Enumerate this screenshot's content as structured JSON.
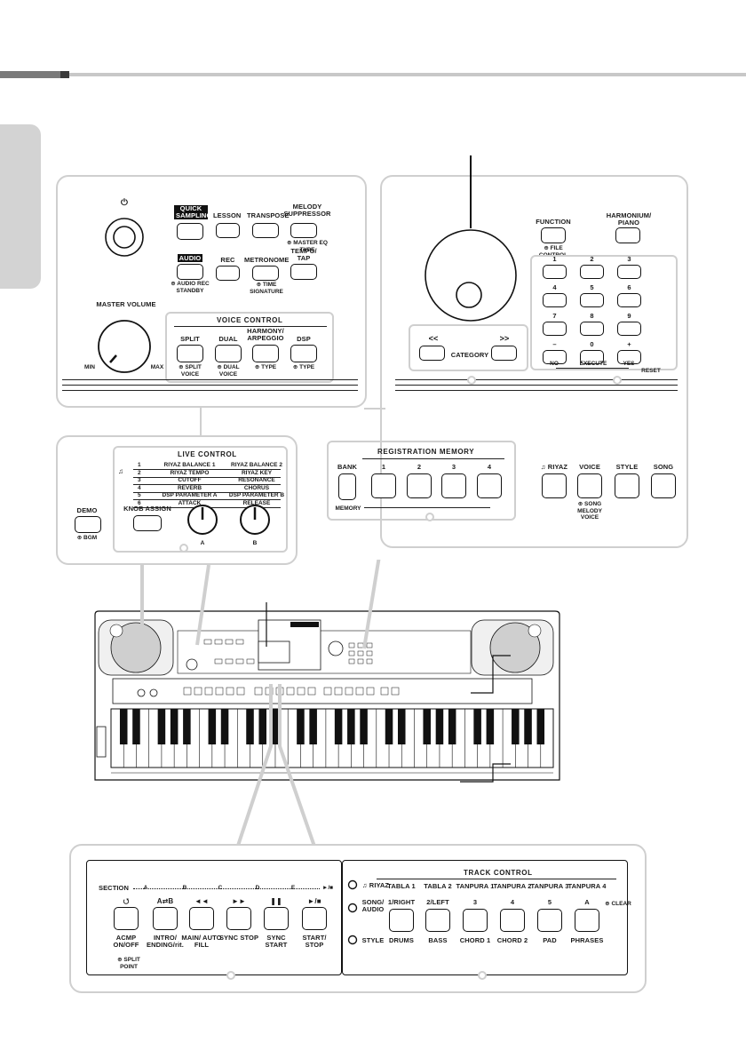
{
  "power_icon": "power-icon",
  "left_panel": {
    "quick_sampling": "QUICK SAMPLING",
    "lesson": "LESSON",
    "transpose": "TRANSPOSE",
    "melody_suppressor": "MELODY SUPPRESSOR",
    "master_eq_type": "MASTER EQ TYPE",
    "audio": "AUDIO",
    "audio_rec_standby": "AUDIO REC STANDBY",
    "rec": "REC",
    "metronome": "METRONOME",
    "time_signature": "TIME SIGNATURE",
    "tempo_tap": "TEMPO/ TAP",
    "master_volume": "MASTER VOLUME",
    "min": "MIN",
    "max": "MAX",
    "voice_control": "VOICE CONTROL",
    "split": "SPLIT",
    "split_voice": "SPLIT VOICE",
    "dual": "DUAL",
    "dual_voice": "DUAL VOICE",
    "harmony_arpeggio": "HARMONY/ ARPEGGIO",
    "type_a": "TYPE",
    "dsp": "DSP",
    "type_b": "TYPE"
  },
  "right_panel": {
    "function": "FUNCTION",
    "file_control": "FILE CONTROL",
    "harmonium_piano": "HARMONIUM/ PIANO",
    "category": "CATEGORY",
    "prev": "<<",
    "next": ">>",
    "keys": [
      "1",
      "2",
      "3",
      "4",
      "5",
      "6",
      "7",
      "8",
      "9",
      "–",
      "0",
      "+"
    ],
    "no": "NO",
    "execute": "EXECUTE",
    "yes": "YES",
    "reset": "RESET"
  },
  "live_control": {
    "title": "LIVE CONTROL",
    "rows": [
      {
        "n": "1",
        "a": "RIYAZ BALANCE 1",
        "b": "RIYAZ BALANCE 2"
      },
      {
        "n": "2",
        "a": "RIYAZ TEMPO",
        "b": "RIYAZ KEY"
      },
      {
        "n": "3",
        "a": "CUTOFF",
        "b": "RESONANCE"
      },
      {
        "n": "4",
        "a": "REVERB",
        "b": "CHORUS"
      },
      {
        "n": "5",
        "a": "DSP PARAMETER A",
        "b": "DSP PARAMETER B"
      },
      {
        "n": "6",
        "a": "ATTACK",
        "b": "RELEASE"
      }
    ],
    "demo": "DEMO",
    "bgm": "BGM",
    "knob_assign": "KNOB ASSIGN",
    "knob_a": "A",
    "knob_b": "B"
  },
  "registration": {
    "title": "REGISTRATION MEMORY",
    "bank": "BANK",
    "memory": "MEMORY",
    "buttons": [
      "1",
      "2",
      "3",
      "4"
    ],
    "riyaz": "RIYAZ",
    "voice": "VOICE",
    "song_melody_voice": "SONG MELODY VOICE",
    "style": "STYLE",
    "song": "SONG"
  },
  "bottom_left": {
    "section": "SECTION",
    "sections": [
      "A",
      "B",
      "C",
      "D",
      "E"
    ],
    "play_stop_sym": "►/■",
    "symbols": [
      "⭯",
      "A⇄B",
      "◄◄",
      "►►",
      "❚❚",
      "►/■"
    ],
    "labels": [
      "ACMP ON/OFF",
      "INTRO/ ENDING/rit.",
      "MAIN/ AUTO FILL",
      "SYNC STOP",
      "SYNC START",
      "START/ STOP"
    ],
    "split_point": "SPLIT POINT"
  },
  "track_control": {
    "title": "TRACK CONTROL",
    "riyaz": "RIYAZ",
    "song_audio": "SONG/ AUDIO",
    "style": "STYLE",
    "top": [
      "TABLA 1",
      "TABLA 2",
      "TANPURA 1",
      "TANPURA 2",
      "TANPURA 3",
      "TANPURA 4"
    ],
    "mid": [
      "1/RIGHT",
      "2/LEFT",
      "3",
      "4",
      "5",
      "A"
    ],
    "bottom": [
      "DRUMS",
      "BASS",
      "CHORD 1",
      "CHORD 2",
      "PAD",
      "PHRASES"
    ],
    "clear": "CLEAR"
  },
  "colors": {
    "panel_border": "#cfcfcf",
    "ink": "#111111",
    "accent_gray": "#d3d3d3"
  }
}
